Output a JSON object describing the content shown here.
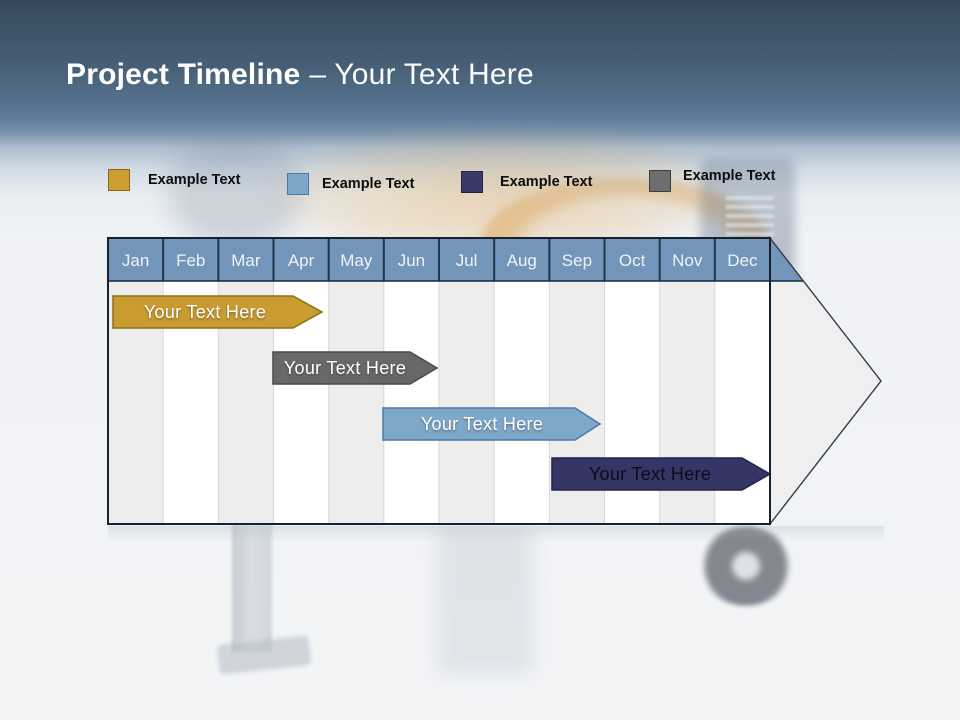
{
  "slide": {
    "title": {
      "bold": "Project Timeline",
      "regular": "– Your Text Here"
    }
  },
  "legend": {
    "items": [
      {
        "label": "Example Text",
        "color": "#CD9E30",
        "border": "#8A681C",
        "name": "gold"
      },
      {
        "label": "Example Text",
        "color": "#7CA7C8",
        "border": "#4E789E",
        "name": "light-blue"
      },
      {
        "label": "Example Text",
        "color": "#3A3A68",
        "border": "#232347",
        "name": "navy"
      },
      {
        "label": "Example Text",
        "color": "#6E6E6E",
        "border": "#3E3E3E",
        "name": "gray"
      }
    ]
  },
  "timeline": {
    "months": [
      "Jan",
      "Feb",
      "Mar",
      "Apr",
      "May",
      "Jun",
      "Jul",
      "Aug",
      "Sep",
      "Oct",
      "Nov",
      "Dec"
    ],
    "header_color": "#7295B9",
    "header_separator_color": "#20344C",
    "column_stripe_colors": [
      "#EDEDED",
      "#FFFFFF"
    ],
    "arrowhead_color": "#EFEFEF",
    "outline_color": "#16222E",
    "bars": [
      {
        "label": "Your Text Here",
        "color": "#C99C30",
        "border": "#8F6D1C",
        "text_color": "#FFFFFF",
        "row": 1,
        "start_month": "Jan",
        "end_month": "Apr"
      },
      {
        "label": "Your Text Here",
        "color": "#686868",
        "border": "#4A4A4A",
        "text_color": "#FFFFFF",
        "row": 2,
        "start_month": "Mar",
        "end_month": "Jun"
      },
      {
        "label": "Your Text Here",
        "color": "#7EA8CA",
        "border": "#4E789E",
        "text_color": "#FFFFFF",
        "row": 3,
        "start_month": "Jun",
        "end_month": "Sep"
      },
      {
        "label": "Your Text Here",
        "color": "#353566",
        "border": "#23234A",
        "text_color": "#0B0B1A",
        "row": 4,
        "start_month": "Sep",
        "end_month": "Dec"
      }
    ]
  }
}
